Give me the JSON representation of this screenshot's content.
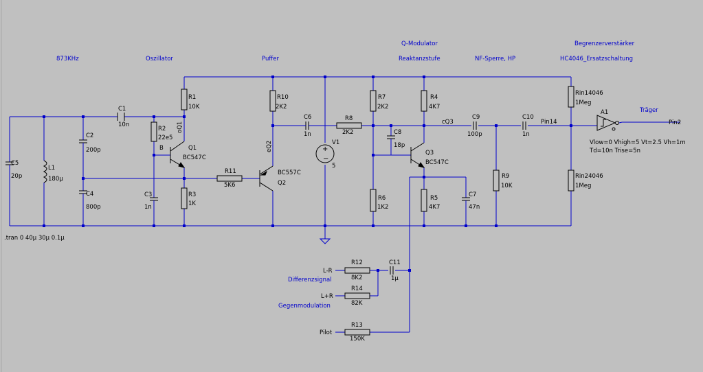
{
  "sections": {
    "freq": "873KHz",
    "osc": "Oszillator",
    "puffer": "Puffer",
    "qmod": "Q-Modulator",
    "reakt": "Reaktanzstufe",
    "nf": "NF-Sperre, HP",
    "begr": "Begrenzerverstärker",
    "hc": "HC4046_Ersatzschaltung"
  },
  "components": {
    "R1": {
      "name": "R1",
      "value": "10K"
    },
    "R2": {
      "name": "R2",
      "value": "22e5"
    },
    "R3": {
      "name": "R3",
      "value": "1K"
    },
    "R4": {
      "name": "R4",
      "value": "4K7"
    },
    "R5": {
      "name": "R5",
      "value": "4K7"
    },
    "R6": {
      "name": "R6",
      "value": "1K2"
    },
    "R7": {
      "name": "R7",
      "value": "2K2"
    },
    "R8": {
      "name": "R8",
      "value": "2K2"
    },
    "R9": {
      "name": "R9",
      "value": "10K"
    },
    "R10": {
      "name": "R10",
      "value": "2K2"
    },
    "R11": {
      "name": "R11",
      "value": "5K6"
    },
    "R12": {
      "name": "R12",
      "value": "8K2"
    },
    "R13": {
      "name": "R13",
      "value": "150K"
    },
    "R14": {
      "name": "R14",
      "value": "82K"
    },
    "Rin14046": {
      "name": "Rin14046",
      "value": "1Meg"
    },
    "Rin24046": {
      "name": "Rin24046",
      "value": "1Meg"
    },
    "C1": {
      "name": "C1",
      "value": "10n"
    },
    "C2": {
      "name": "C2",
      "value": "200p"
    },
    "C3": {
      "name": "C3",
      "value": "1n"
    },
    "C4": {
      "name": "C4",
      "value": "800p"
    },
    "C5": {
      "name": "C5",
      "value": "20p"
    },
    "C6": {
      "name": "C6",
      "value": "1n"
    },
    "C7": {
      "name": "C7",
      "value": "47n"
    },
    "C8": {
      "name": "C8",
      "value": "18p"
    },
    "C9": {
      "name": "C9",
      "value": "100p"
    },
    "C10": {
      "name": "C10",
      "value": "1n"
    },
    "C11": {
      "name": "C11",
      "value": "1µ"
    },
    "L1": {
      "name": "L1",
      "value": "180µ"
    },
    "V1": {
      "name": "V1",
      "value": "5"
    },
    "Q1": {
      "name": "Q1",
      "value": "BC547C"
    },
    "Q2": {
      "name": "Q2",
      "value": "BC557C"
    },
    "Q3": {
      "name": "Q3",
      "value": "BC547C"
    },
    "A1": {
      "name": "A1"
    }
  },
  "nets": {
    "oq1": "oQ1",
    "eq2": "eQ2",
    "cq3": "cQ3",
    "pin14": "Pin14",
    "pin2": "Pin2",
    "b": "B",
    "traeger": "Träger",
    "lr": "L-R",
    "lpr": "L+R",
    "pilot": "Pilot",
    "diff": "Differenzsignal",
    "gegen": "Gegenmodulation"
  },
  "directives": {
    "tran": ".tran 0 40µ 30µ 0.1µ",
    "a1_line1": "Vlow=0 Vhigh=5 Vt=2.5 Vh=1m",
    "a1_line2": "Td=10n Trise=5n"
  }
}
